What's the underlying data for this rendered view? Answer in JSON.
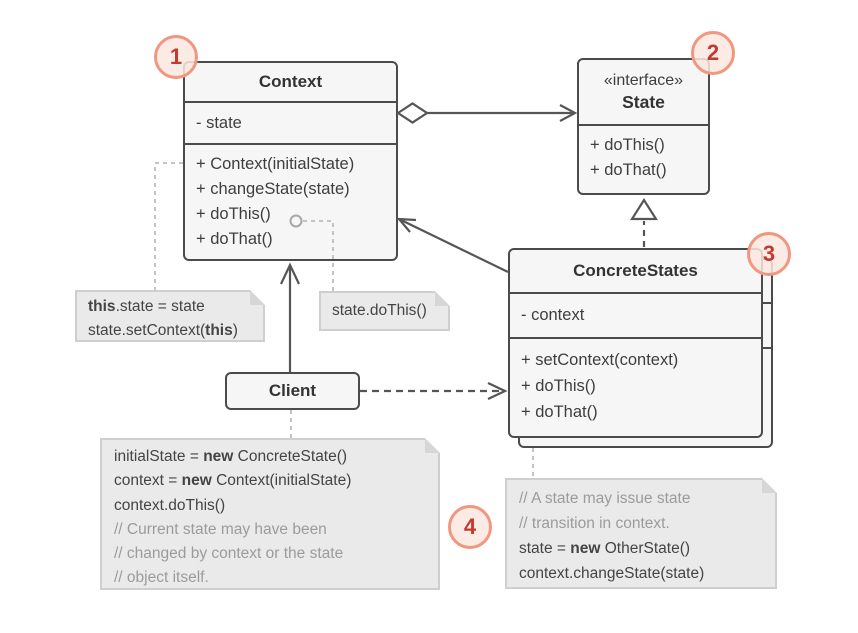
{
  "classes": {
    "context": {
      "name": "Context",
      "attributes": [
        "- state"
      ],
      "methods": [
        "+ Context(initialState)",
        "+ changeState(state)",
        "+ doThis()",
        "+ doThat()"
      ]
    },
    "state": {
      "stereotype": "«interface»",
      "name": "State",
      "methods": [
        "+ doThis()",
        "+ doThat()"
      ]
    },
    "concrete_states": {
      "name": "ConcreteStates",
      "attributes": [
        "- context"
      ],
      "methods": [
        "+ setContext(context)",
        "+ doThis()",
        "+ doThat()"
      ]
    },
    "client": {
      "name": "Client"
    }
  },
  "badges": [
    "1",
    "2",
    "3",
    "4"
  ],
  "notes": {
    "set_state": {
      "lines": [
        [
          {
            "t": "this",
            "b": true
          },
          {
            "t": ".state = state"
          }
        ],
        [
          {
            "t": "state.setContext("
          },
          {
            "t": "this",
            "b": true
          },
          {
            "t": ")"
          }
        ]
      ]
    },
    "delegate": {
      "lines": [
        [
          {
            "t": "state.doThis()"
          }
        ]
      ]
    },
    "client_code": {
      "lines": [
        [
          {
            "t": "initialState = "
          },
          {
            "t": "new",
            "b": true
          },
          {
            "t": " ConcreteState()"
          }
        ],
        [
          {
            "t": "context = "
          },
          {
            "t": "new",
            "b": true
          },
          {
            "t": " Context(initialState)"
          }
        ],
        [
          {
            "t": "context.doThis()"
          }
        ],
        [
          {
            "t": "// Current state may have been",
            "c": true
          }
        ],
        [
          {
            "t": "// changed by context or the state",
            "c": true
          }
        ],
        [
          {
            "t": "// object itself.",
            "c": true
          }
        ]
      ]
    },
    "transition": {
      "lines": [
        [
          {
            "t": "// A state may issue state",
            "c": true
          }
        ],
        [
          {
            "t": "// transition in context.",
            "c": true
          }
        ],
        [
          {
            "t": "state = "
          },
          {
            "t": "new",
            "b": true
          },
          {
            "t": " OtherState()"
          }
        ],
        [
          {
            "t": "context.changeState(state)"
          }
        ]
      ]
    }
  },
  "colors": {
    "box_fill": "#f6f6f6",
    "box_border": "#4b4b4b",
    "note_fill": "#eaeaea",
    "note_border": "#cfcfcf",
    "line": "#565656",
    "note_connector": "#c4c4c4",
    "comment_text": "#9b9b9b",
    "badge_border": "#f0977f",
    "badge_fill": "#fce7e1",
    "badge_text": "#c23b2e"
  }
}
